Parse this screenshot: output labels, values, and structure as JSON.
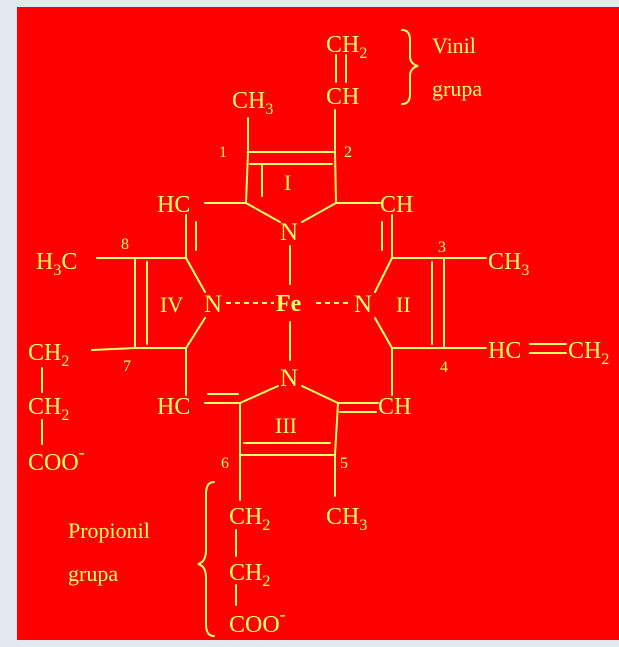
{
  "colors": {
    "background": "#ff0000",
    "outer": "#e4e8f1",
    "ink": "#ffff66"
  },
  "labels": {
    "vinyl_top_ch2": "CH",
    "vinyl_top_ch": "CH",
    "ch3_top": "CH",
    "vinil_group_l1": "Vinil",
    "vinil_group_l2": "grupa",
    "hc_upper_left": "HC",
    "ch_upper_right": "CH",
    "h3c_left": "H",
    "h3c_left_c": "C",
    "ch3_right": "CH",
    "hc_ch2_right_hc": "HC",
    "hc_ch2_right_ch": "CH",
    "ch2_left_1": "CH",
    "ch2_left_2": "CH",
    "coo_left": "COO",
    "hc_lower_left": "HC",
    "ch_lower_right": "CH",
    "ch2_prop_1": "CH",
    "ch3_bottom": "CH",
    "ch2_prop_2": "CH",
    "coo_bottom": "COO",
    "propionil_l1": "Propionil",
    "propionil_l2": "grupa",
    "sub_2": "2",
    "sub_3": "3",
    "charge": "-"
  },
  "atoms": {
    "n_top": "N",
    "n_left": "N",
    "n_right": "N",
    "n_bottom": "N",
    "fe": "Fe"
  },
  "ring_labels": {
    "ring_i": "I",
    "ring_ii": "II",
    "ring_iii": "III",
    "ring_iv": "IV"
  },
  "position_numbers": {
    "p1": "1",
    "p2": "2",
    "p3": "3",
    "p4": "4",
    "p5": "5",
    "p6": "6",
    "p7": "7",
    "p8": "8"
  }
}
